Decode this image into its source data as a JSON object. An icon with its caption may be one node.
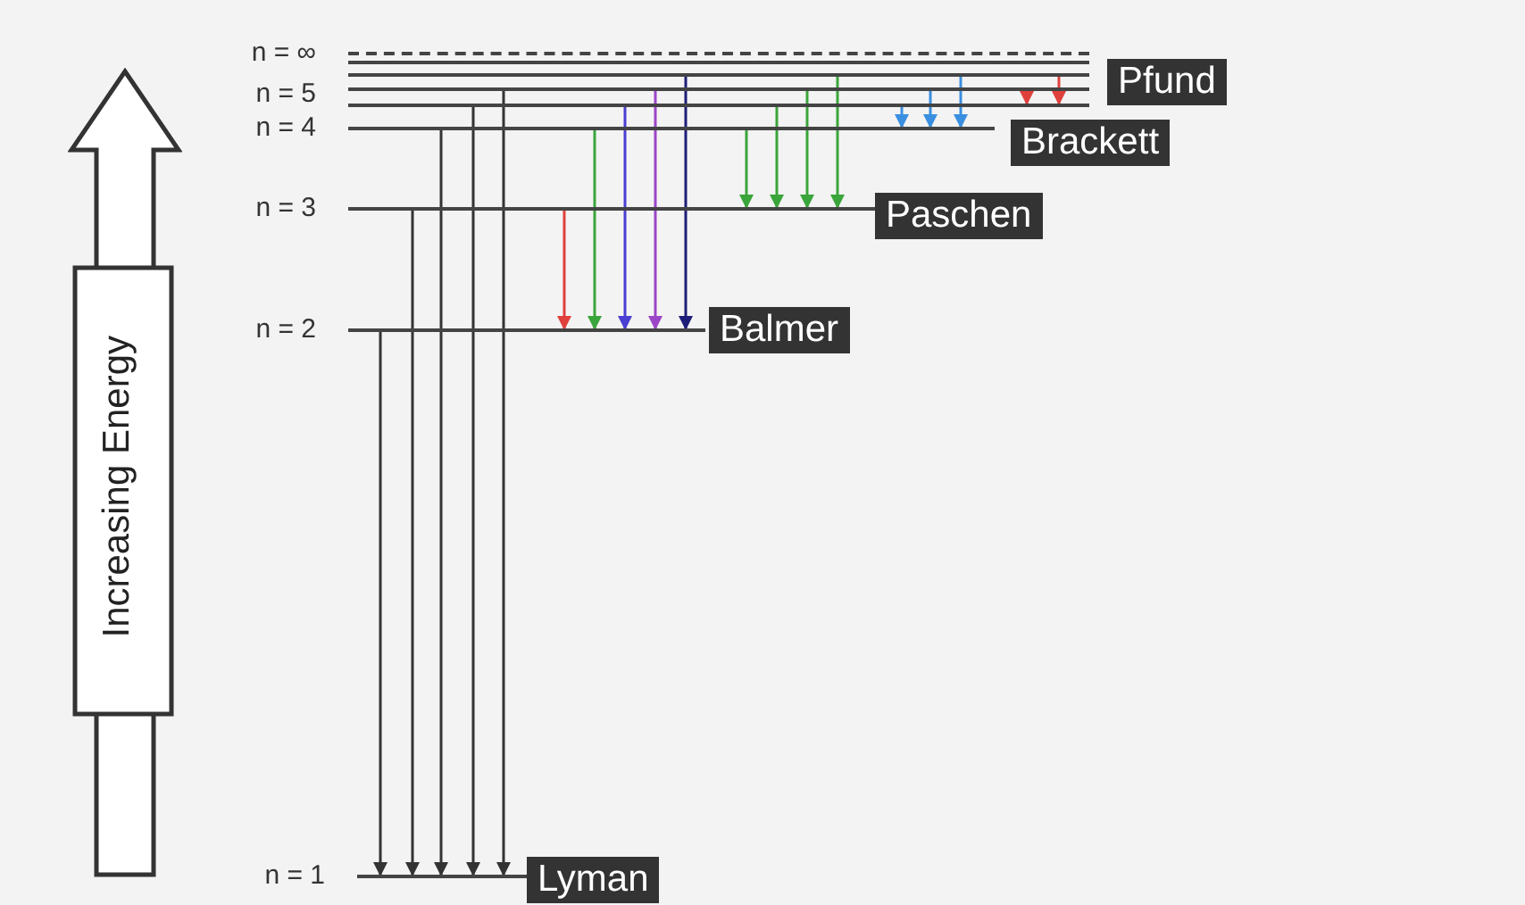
{
  "diagram": {
    "nodes": [
      {
        "text": [
          "Increasing Energy"
        ]
      },
      {
        "text": [
          "n = ∞"
        ]
      },
      {
        "text": [],
        "shape": "bar"
      },
      {
        "text": [],
        "shape": "bar"
      },
      {
        "text": [],
        "shape": "bar"
      },
      {
        "text": [
          "n = 5"
        ]
      },
      {
        "text": [
          "n = 4"
        ]
      },
      {
        "text": [
          "n = 3"
        ]
      },
      {
        "text": [
          "n = 2"
        ]
      },
      {
        "text": [
          "n = 1"
        ]
      },
      {
        "text": [
          "Pfund"
        ]
      },
      {
        "text": [
          "Brackett"
        ]
      },
      {
        "text": [
          "Paschen"
        ]
      },
      {
        "text": [
          "Balmer"
        ]
      },
      {
        "text": [
          "Lyman"
        ]
      }
    ],
    "edges": [
      {
        "from": 8,
        "to": 9,
        "arrow": "to"
      },
      {
        "from": 7,
        "to": 9,
        "arrow": "to"
      },
      {
        "from": 6,
        "to": 9,
        "arrow": "to"
      },
      {
        "from": 5,
        "to": 9,
        "arrow": "to"
      },
      {
        "from": 4,
        "to": 9,
        "arrow": "to"
      },
      {
        "from": 7,
        "to": 8,
        "arrow": "to",
        "color": "#e0403c"
      },
      {
        "from": 6,
        "to": 8,
        "arrow": "to",
        "color": "#3aa53a"
      },
      {
        "from": 5,
        "to": 8,
        "arrow": "to",
        "color": "#4a3fd0"
      },
      {
        "from": 4,
        "to": 8,
        "arrow": "to",
        "color": "#9b45c8"
      },
      {
        "from": 3,
        "to": 8,
        "arrow": "to",
        "color": "#1e1e78"
      },
      {
        "from": 6,
        "to": 7,
        "arrow": "to",
        "color": "#3aa53a"
      },
      {
        "from": 5,
        "to": 7,
        "arrow": "to",
        "color": "#3aa53a"
      },
      {
        "from": 4,
        "to": 7,
        "arrow": "to",
        "color": "#3aa53a"
      },
      {
        "from": 3,
        "to": 7,
        "arrow": "to",
        "color": "#3aa53a"
      },
      {
        "from": 5,
        "to": 6,
        "arrow": "to",
        "color": "#3a8fe0"
      },
      {
        "from": 4,
        "to": 6,
        "arrow": "to",
        "color": "#3a8fe0"
      },
      {
        "from": 3,
        "to": 6,
        "arrow": "to",
        "color": "#3a8fe0"
      },
      {
        "from": 4,
        "to": 5,
        "arrow": "to",
        "color": "#e0403c"
      },
      {
        "from": 3,
        "to": 5,
        "arrow": "to",
        "color": "#e0403c"
      }
    ]
  }
}
